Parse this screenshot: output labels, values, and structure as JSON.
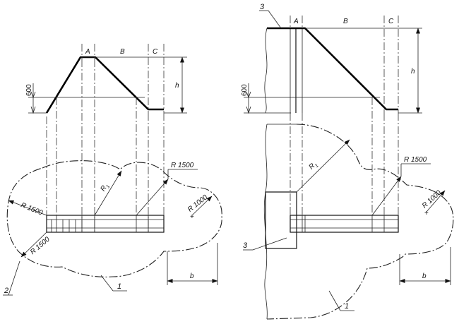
{
  "labels": {
    "A": "A",
    "B": "B",
    "C": "C",
    "h": "h",
    "dim_600": "600",
    "b": "b",
    "r1_base": "R",
    "r1_sub": "1",
    "r1500": "R 1500",
    "r1000": "R 1000",
    "callout_1": "1",
    "callout_2": "2",
    "callout_3": "3"
  }
}
